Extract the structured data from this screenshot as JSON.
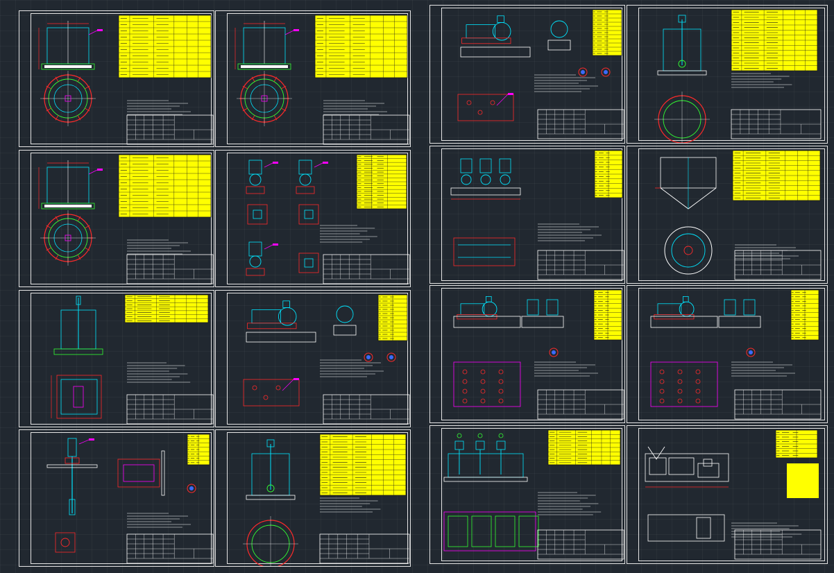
{
  "viewer": {
    "background": "#212830",
    "sheet_border_color": "#e6e6e6"
  },
  "palette": {
    "table_fill": "#ffff00",
    "table_line": "#1a1a1a",
    "outline": "#00e5ff",
    "dimension": "#ff2a2a",
    "leader": "#ff00ff",
    "annotation": "#ffffff",
    "accent_green": "#33ff33",
    "accent_blue": "#3a6bff"
  },
  "sheets": [
    {
      "id": "s1",
      "kind": "tank_round"
    },
    {
      "id": "s2",
      "kind": "tank_round"
    },
    {
      "id": "s3",
      "kind": "tank_round"
    },
    {
      "id": "s4",
      "kind": "pumps_grid"
    },
    {
      "id": "s5",
      "kind": "tank_square"
    },
    {
      "id": "s6",
      "kind": "pump_dual"
    },
    {
      "id": "s7",
      "kind": "vertical_pump"
    },
    {
      "id": "s8",
      "kind": "tank_round"
    },
    {
      "id": "s9",
      "kind": "pump_dual"
    },
    {
      "id": "s10",
      "kind": "tank_round"
    },
    {
      "id": "s11",
      "kind": "pump_row"
    },
    {
      "id": "s12",
      "kind": "tank_cone"
    },
    {
      "id": "s13",
      "kind": "pump_base"
    },
    {
      "id": "s14",
      "kind": "pump_base"
    },
    {
      "id": "s15",
      "kind": "mixer_tank"
    },
    {
      "id": "s16",
      "kind": "dosing_unit"
    }
  ]
}
